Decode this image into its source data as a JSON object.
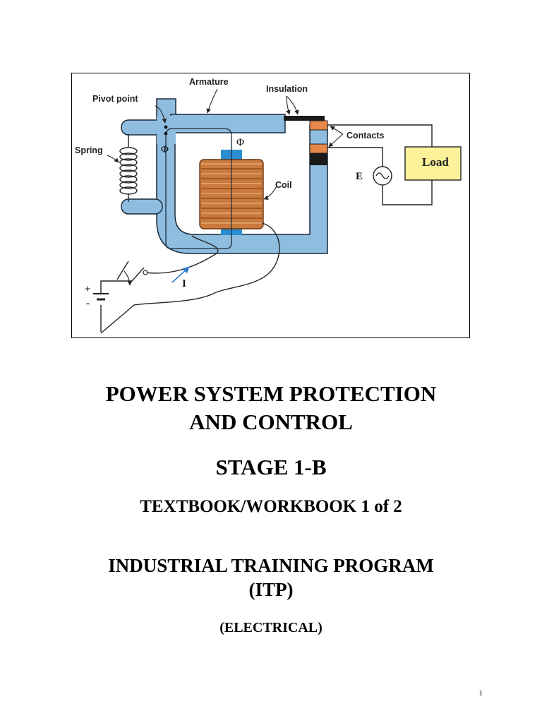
{
  "figure": {
    "labels": {
      "armature": "Armature",
      "insulation": "Insulation",
      "pivot_point": "Pivot point",
      "contacts": "Contacts",
      "spring": "Spring",
      "load": "Load",
      "coil": "Coil",
      "phi": "Φ",
      "e": "E",
      "i": "I",
      "plus": "+",
      "minus": "-"
    }
  },
  "title": {
    "line1": "POWER SYSTEM PROTECTION",
    "line2": "AND CONTROL",
    "stage": "STAGE 1-B",
    "book": "TEXTBOOK/WORKBOOK 1 of 2",
    "program_line1": "INDUSTRIAL TRAINING PROGRAM",
    "program_line2": "(ITP)",
    "discipline": "(ELECTRICAL)"
  },
  "page_number": "1"
}
